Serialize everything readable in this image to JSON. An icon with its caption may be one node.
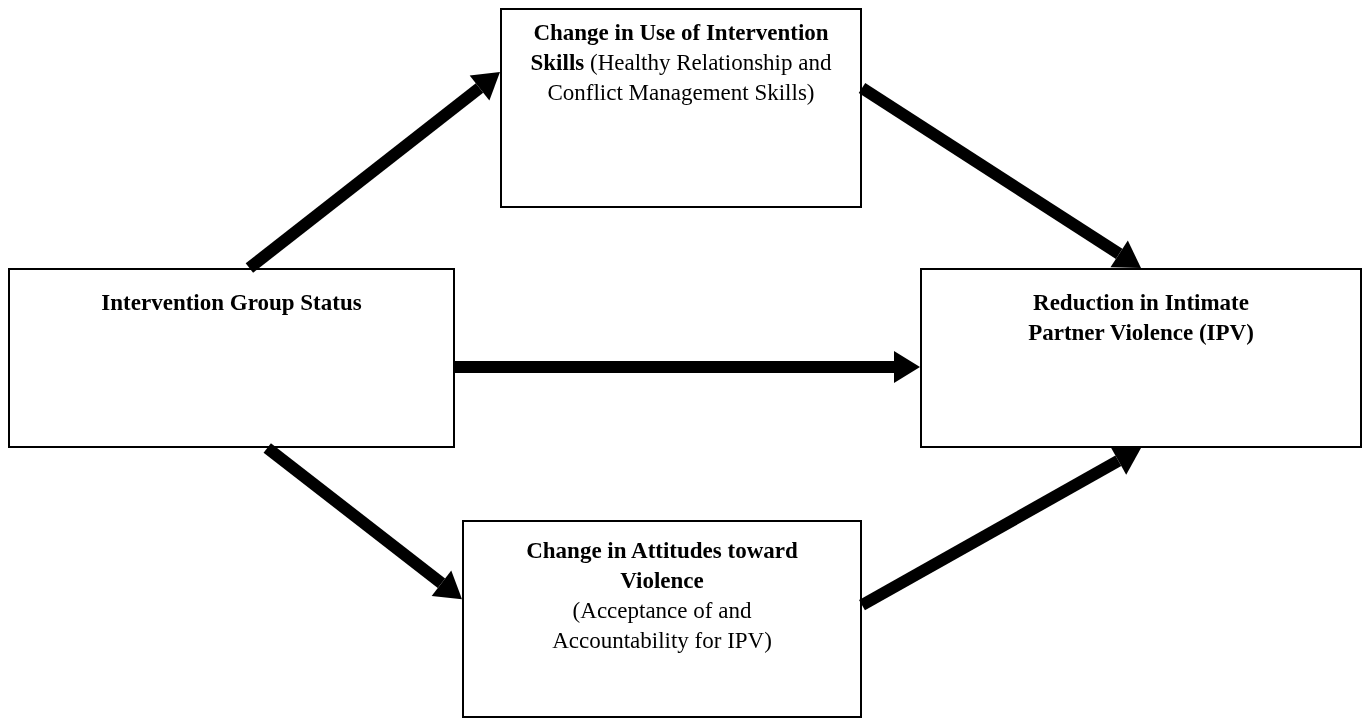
{
  "diagram": {
    "nodes": [
      {
        "text": [
          "**Change in Use of Intervention Skills** (Healthy Relationship and Conflict Management Skills)"
        ]
      },
      {
        "text": [
          "Intervention Group Status"
        ]
      },
      {
        "text": [
          "Reduction in Intimate Partner Violence (IPV)"
        ]
      },
      {
        "text": [
          "Change in Attitudes toward Violence",
          "(Acceptance of and Accountability for IPV)"
        ]
      }
    ],
    "edges": [
      {
        "from": 1,
        "to": 0,
        "arrow": "to"
      },
      {
        "from": 0,
        "to": 2,
        "arrow": "to"
      },
      {
        "from": 1,
        "to": 2,
        "arrow": "to"
      },
      {
        "from": 1,
        "to": 3,
        "arrow": "to"
      },
      {
        "from": 3,
        "to": 2,
        "arrow": "to"
      }
    ]
  }
}
